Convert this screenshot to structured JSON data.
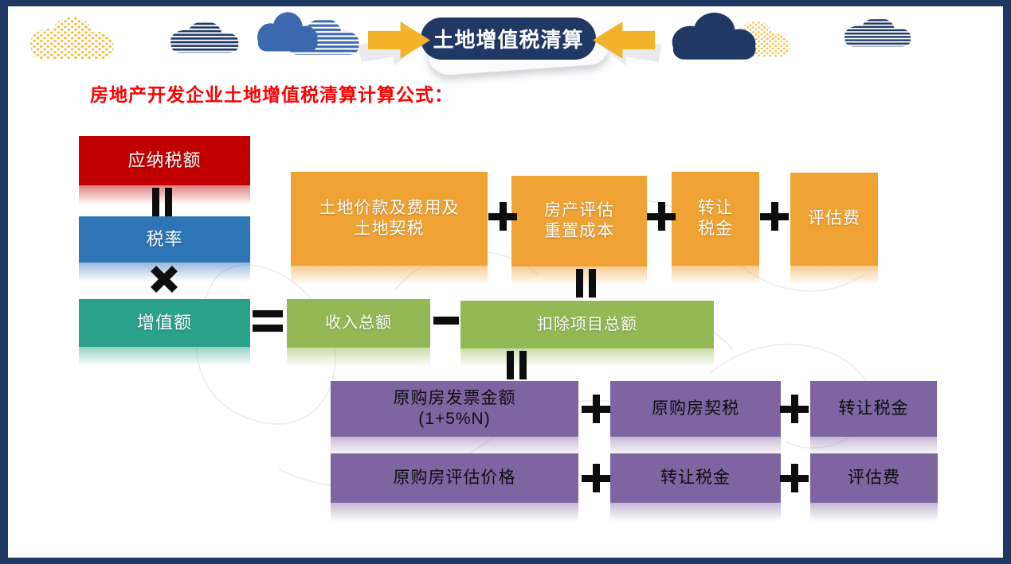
{
  "header": {
    "title": "土地增值税清算"
  },
  "heading": "房地产开发企业土地增值税清算计算公式：",
  "formula_left": {
    "tax_payable": "应纳税额",
    "tax_rate": "税率",
    "value_added": "增值额"
  },
  "cost_row": {
    "items": [
      {
        "line1": "土地价款及费用及",
        "line2": "土地契税"
      },
      {
        "line1": "房产评估",
        "line2": "重置成本"
      },
      {
        "line1": "转让",
        "line2": "税金"
      },
      {
        "line1": "评估费"
      }
    ]
  },
  "income_row": {
    "income_total": "收入总额",
    "deduction_total": "扣除项目总额"
  },
  "deduction_rows": {
    "row1": [
      {
        "line1": "原购房发票金额",
        "line2": "(1+5%N)"
      },
      {
        "line1": "原购房契税"
      },
      {
        "line1": "转让税金"
      }
    ],
    "row2": [
      {
        "line1": "原购房评估价格"
      },
      {
        "line1": "转让税金"
      },
      {
        "line1": "评估费"
      }
    ]
  },
  "operators": {
    "equals_vertical": "‖",
    "multiply": "×",
    "equals": "=",
    "minus": "−",
    "plus": "+"
  },
  "colors": {
    "frame_navy": "#1F3864",
    "banner_navy": "#1F3864",
    "arrow_yellow": "#F2B32B",
    "heading_red": "#FF0000",
    "box_red": "#C00000",
    "box_blue": "#2E75B6",
    "box_teal": "#2AA18A",
    "box_orange": "#F0A335",
    "box_green": "#93B954",
    "box_purple": "#7E64A1",
    "cloud_blue": "#3C68AE",
    "cloud_dot_yellow": "#F5BE3E"
  }
}
